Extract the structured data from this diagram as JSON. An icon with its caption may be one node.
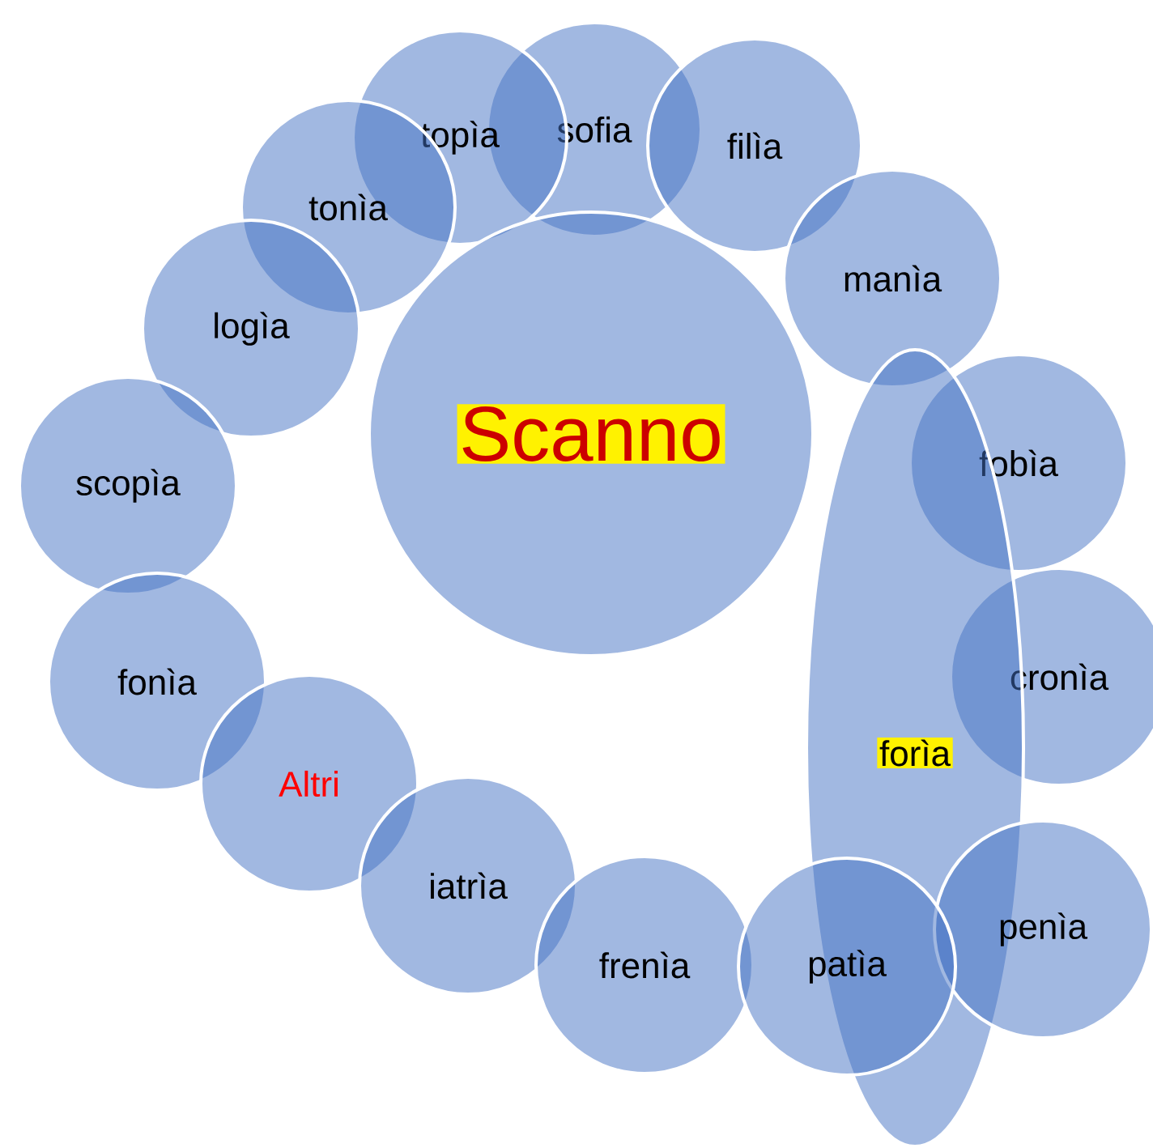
{
  "diagram": {
    "nodes": [
      {
        "text": [
          "sofia"
        ]
      },
      {
        "text": [
          "topìa"
        ]
      },
      {
        "text": [
          "filìa"
        ]
      },
      {
        "text": [
          "tonìa"
        ]
      },
      {
        "text": [
          "manìa"
        ]
      },
      {
        "text": [
          "Scanno"
        ]
      },
      {
        "text": [
          "logìa"
        ]
      },
      {
        "text": [
          "fobìa"
        ]
      },
      {
        "text": [
          "scopìa"
        ]
      },
      {
        "text": [
          "cronìa"
        ]
      },
      {
        "text": [
          "fonìa"
        ]
      },
      {
        "text": [
          "forìa"
        ]
      },
      {
        "text": [
          "Altri"
        ]
      },
      {
        "text": [
          "iatrìa"
        ]
      },
      {
        "text": [
          "penìa"
        ]
      },
      {
        "text": [
          "frenìa"
        ]
      },
      {
        "text": [
          "patìa"
        ]
      }
    ]
  }
}
